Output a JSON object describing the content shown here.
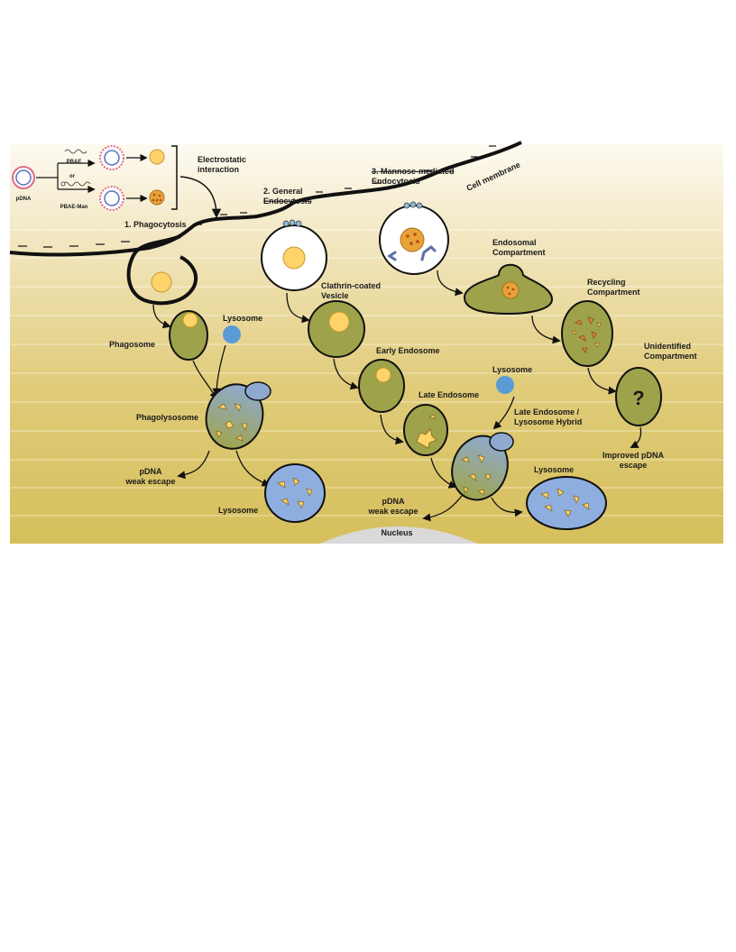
{
  "pathways": {
    "phagocytosis": "1. Phagocytosis",
    "general_endocytosis": [
      "2. General",
      "Endocytosis"
    ],
    "mannose_endocytosis": [
      "3. Mannose-mediated",
      "Endocytosis"
    ]
  },
  "labels": {
    "cell_membrane": "Cell membrane",
    "electrostatic": [
      "Electrostatic",
      "interaction"
    ],
    "pdna": "pDNA",
    "pbae": "PBAE",
    "or": "or",
    "pbae_man": "PBAE-Man",
    "phagosome": "Phagosome",
    "lysosome_top_left": "Lysosome",
    "phagolysosome": "Phagolysosome",
    "weak_escape_left": [
      "pDNA",
      "weak escape"
    ],
    "lysosome_bottom_left": "Lysosome",
    "clathrin_vesicle": [
      "Clathrin-coated",
      "Vesicle"
    ],
    "early_endosome": "Early Endosome",
    "late_endosome": "Late Endosome",
    "lysosome_middle": "Lysosome",
    "hybrid": [
      "Late Endosome /",
      "Lysosome Hybrid"
    ],
    "weak_escape_middle": [
      "pDNA",
      "weak escape"
    ],
    "lysosome_bottom_right": "Lysosome",
    "nucleus": "Nucleus",
    "endosomal": [
      "Endosomal",
      "Compartment"
    ],
    "recycling": [
      "Recycling",
      "Compartment"
    ],
    "unidentified": [
      "Unidentified",
      "Compartment"
    ],
    "question": "?",
    "improved_escape": [
      "Improved pDNA",
      "escape"
    ]
  },
  "colors": {
    "cytoplasm_top": "#fcf8ee",
    "cytoplasm_bottom": "#d8c262",
    "vesicle_fill": "#9ea24a",
    "lysosome_blue": "#8eaee0",
    "lysosome_dot": "#5b9bd5",
    "polyplex_yellow": "#fdd36a",
    "mannose_orange": "#e8a23a",
    "nucleus_gray": "#d9d9d9"
  }
}
